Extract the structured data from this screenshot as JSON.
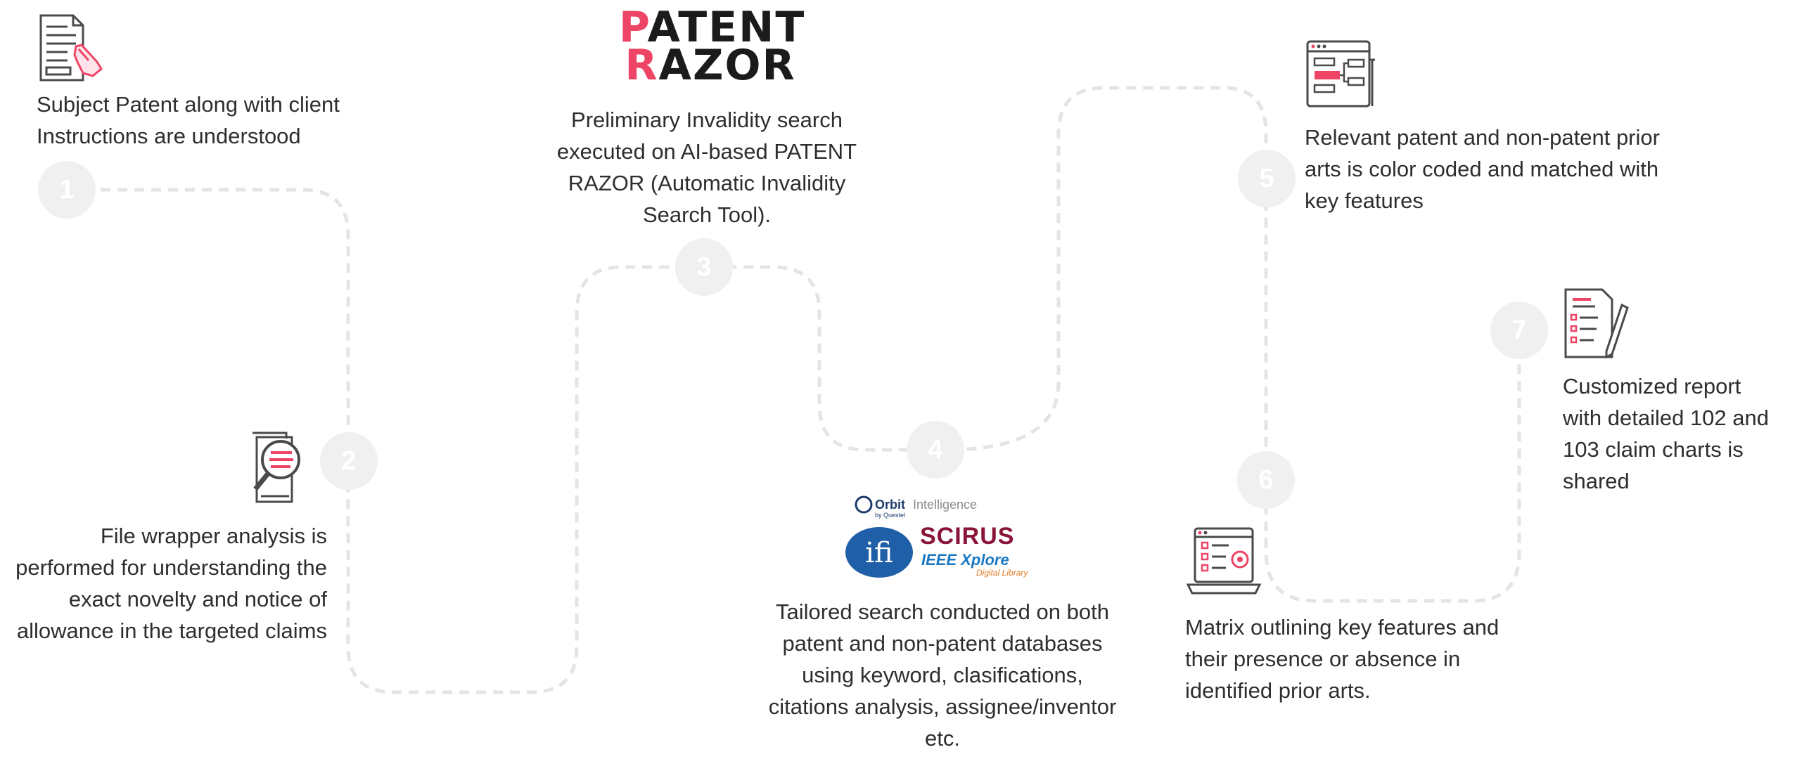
{
  "logo": {
    "line1_first": "P",
    "line1_rest": "ATENT",
    "line2_first": "R",
    "line2_rest": "AZOR"
  },
  "steps": [
    {
      "number": "1",
      "text": "Subject Patent along with client Instructions are understood",
      "icon": "patent-document-hand-icon"
    },
    {
      "number": "2",
      "text": "File wrapper analysis is performed for understanding the exact novelty and notice of allowance in the targeted claims",
      "icon": "magnifier-document-icon"
    },
    {
      "number": "3",
      "text": "Preliminary Invalidity search executed on AI-based PATENT RAZOR (Automatic Invalidity Search Tool).",
      "icon": "patent-razor-logo"
    },
    {
      "number": "4",
      "text": "Tailored search conducted on both patent and non-patent databases using keyword, clasifications, citations analysis, assignee/inventor etc.",
      "icon": "database-logos"
    },
    {
      "number": "5",
      "text": "Relevant patent and non-patent prior arts is color coded and matched with key features",
      "icon": "flowchart-window-icon"
    },
    {
      "number": "6",
      "text": "Matrix outlining key features and their presence or absence in identified prior arts.",
      "icon": "laptop-checklist-icon"
    },
    {
      "number": "7",
      "text": "Customized report with detailed 102 and 103 claim charts is shared",
      "icon": "report-pen-icon"
    }
  ],
  "databases": {
    "orbit": "Orbit",
    "orbit_suffix": "Intelligence",
    "orbit_by": "by Questel",
    "ifi": "ifi",
    "scirus": "SCIRUS",
    "ieee": "IEEE Xplore",
    "ieee_sub": "Digital Library"
  },
  "colors": {
    "accent": "#ee4466",
    "path": "#e4e4e4",
    "circle": "#f0f0f0",
    "icon_stroke": "#4a4a4a",
    "ifi_blue": "#1f5fa8",
    "scirus_red": "#8a1538",
    "ieee_blue": "#1a78c2"
  }
}
